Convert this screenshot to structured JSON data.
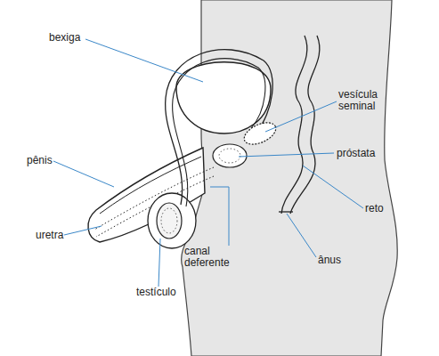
{
  "diagram": {
    "labels": [
      "bexiga",
      "vesícula seminal",
      "pênis",
      "próstata",
      "reto",
      "uretra",
      "canal deferente",
      "ânus",
      "testículo"
    ]
  }
}
